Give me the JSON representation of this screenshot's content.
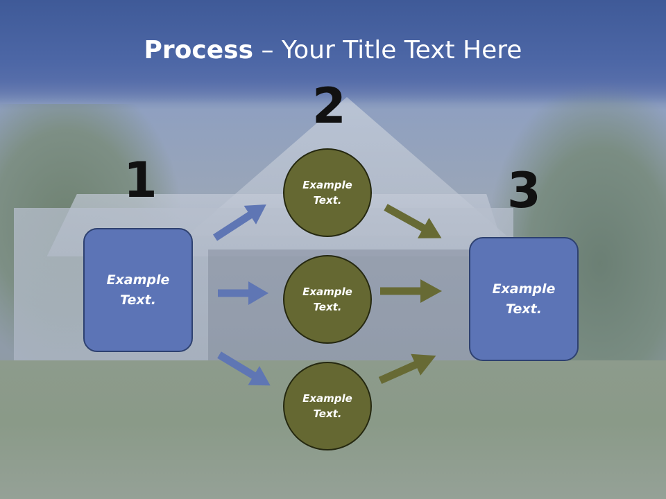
{
  "title": {
    "bold": "Process",
    "rest": " – Your Title Text Here"
  },
  "steps": [
    "1",
    "2",
    "3"
  ],
  "boxes": {
    "left": "Example\nText.",
    "right": "Example\nText."
  },
  "circles": [
    "Example\nText.",
    "Example\nText.",
    "Example\nText."
  ],
  "colors": {
    "title_band": "#4d67a6",
    "box_fill": "#5c74b6",
    "box_border": "#2e4170",
    "circle_fill": "#656832",
    "circle_border": "#252810",
    "left_arrow": "#5f76b4",
    "right_arrow": "#676a34",
    "text": "#ffffff",
    "numbers": "#111111"
  }
}
